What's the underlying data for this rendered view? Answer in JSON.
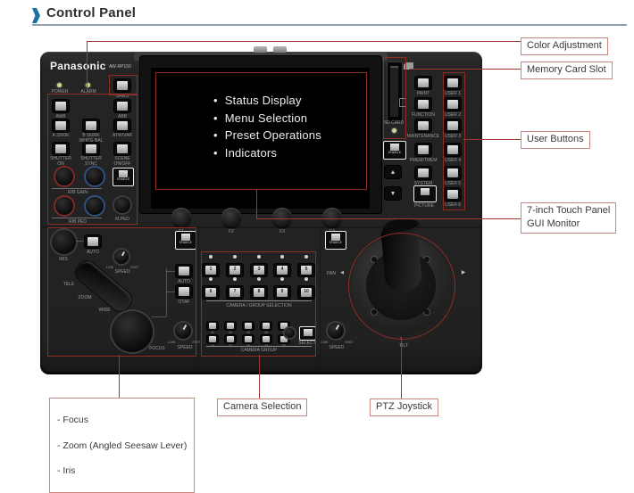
{
  "header": {
    "title": "Control Panel"
  },
  "screen": {
    "bullets": [
      "Status Display",
      "Menu Selection",
      "Preset Operations",
      "Indicators"
    ]
  },
  "panel": {
    "brand": "Panasonic",
    "model": "AW-RP150",
    "power": "POWER",
    "alarm": "ALARM",
    "bars": "BARS",
    "awb": "AWB",
    "abb": "ABB",
    "a3200k": "A 3200K",
    "b5600k": "B 5600K",
    "atwvar": "ATW/VAR",
    "white_bal": "WHITE BAL",
    "shutter_on": "SHUTTER\nON",
    "shutter_sync": "SHUTTER\nSYNC",
    "scene_onoff": "SCENE\nON/OFF",
    "rb_gain": "R/B GAIN",
    "rb_ped": "R/B PED",
    "m_ped": "M.PED",
    "enable": "ENABLE"
  },
  "fkeys": [
    "F1",
    "F2",
    "F3",
    "F4"
  ],
  "right": {
    "sd_card": "SD CARD",
    "menu": [
      "PAINT",
      "FUNCTION",
      "MAINTENANCE",
      "PMEM/TMEM",
      "SYSTEM",
      "PICTURE"
    ],
    "users": [
      "USER 1",
      "USER 2",
      "USER 3",
      "USER 4",
      "USER 5",
      "USER 6"
    ],
    "enable": "ENABLE",
    "up_icon": "▲",
    "down_icon": "▼"
  },
  "lens": {
    "iris": "IRIS",
    "auto_iris": "AUTO",
    "speed_zoom": "SPEED",
    "low": "LOW",
    "fast": "FAST",
    "tele": "TELE",
    "zoom": "ZOOM",
    "wide": "WIDE",
    "focus": "FOCUS",
    "auto_focus": "AUTO",
    "otaf": "OTAF",
    "speed_focus": "SPEED",
    "enable": "ENABLE"
  },
  "camera": {
    "numbers": [
      "1",
      "2",
      "3",
      "4",
      "5",
      "6",
      "7",
      "8",
      "9",
      "10"
    ],
    "group_numbers": [
      "11",
      "12",
      "13",
      "14",
      "15",
      "16",
      "17",
      "18",
      "19",
      "20"
    ],
    "selection_label": "CAMERA / GROUP SELECTION",
    "group_label": "CAMERA GROUP",
    "select": "SELECT"
  },
  "joy": {
    "pan": "PAN",
    "tilt": "TILT",
    "speed": "SPEED",
    "low": "LOW",
    "fast": "FAST",
    "enable": "ENABLE",
    "left_icon": "◀",
    "right_icon": "▶",
    "marker_icon": "▼"
  },
  "callouts": {
    "color_adjustment": "Color Adjustment",
    "memory_card": "Memory Card Slot",
    "user_buttons": "User Buttons",
    "gui_monitor": "7-inch Touch Panel\nGUI Monitor",
    "lens": [
      "- Focus",
      "- Zoom (Angled Seesaw Lever)",
      "- Iris"
    ],
    "camera_selection": "Camera Selection",
    "ptz_joystick": "PTZ Joystick"
  },
  "colors": {
    "accent": "#1c6fa6",
    "line": "#a03a30",
    "region": "#8d2d24",
    "box_border": "#c9877d"
  }
}
